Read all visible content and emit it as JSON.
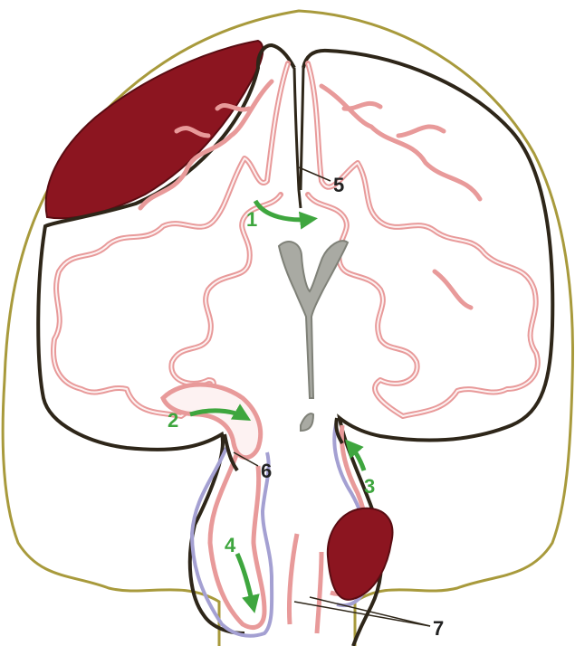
{
  "diagram": {
    "colors": {
      "skull": "#a89a3c",
      "dura": "#2e2619",
      "cortex": "#e89a9a",
      "pia": "#f7d3d3",
      "hematoma": "#8c1520",
      "ventricle_fill": "#a9aaa3",
      "ventricle_edge": "#7f8178",
      "arrow": "#3ea63e",
      "csf_outline": "#a4a0d2",
      "label_text": "#222222",
      "arrow_label_text": "#3ea63e"
    },
    "arrow_labels": [
      {
        "id": "arrow-1",
        "text": "1"
      },
      {
        "id": "arrow-2",
        "text": "2"
      },
      {
        "id": "arrow-3",
        "text": "3"
      },
      {
        "id": "arrow-4",
        "text": "4"
      }
    ],
    "callout_labels": [
      {
        "id": "callout-5",
        "text": "5"
      },
      {
        "id": "callout-6",
        "text": "6"
      },
      {
        "id": "callout-7",
        "text": "7"
      }
    ]
  }
}
